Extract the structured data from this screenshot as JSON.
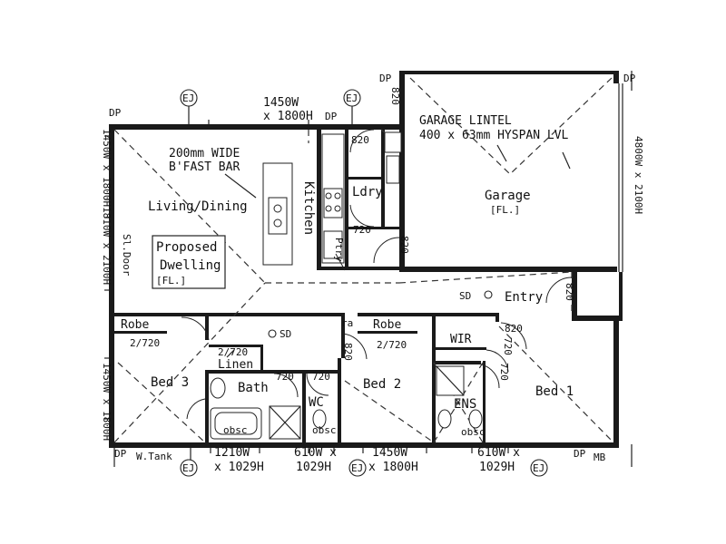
{
  "labels": {
    "ej": "EJ",
    "dp": "DP",
    "mb": "MB",
    "win_top_1": "1450W",
    "win_top_2": "x 1800H",
    "win_left_1": "1450W x 1800H",
    "win_left_2": "1810W x 2100H",
    "win_left_3": "1450W x 1800H",
    "win_right": "4800W x 2100H",
    "sldoor": "Sl.Door",
    "bar_1": "200mm WIDE",
    "bar_2": "B'FAST BAR",
    "garage_lintel_1": "GARAGE LINTEL",
    "garage_lintel_2": "400 x 63mm HYSPAN LVL",
    "living": "Living/Dining",
    "kitchen": "Kitchen",
    "ldry": "Ldry",
    "ptry": "Ptry",
    "garage": "Garage",
    "fl": "[FL.]",
    "proposed_1": "Proposed",
    "proposed_2": "Dwelling",
    "entry": "Entry",
    "sd": "SD",
    "robe": "Robe",
    "ra": "ra",
    "wir": "WIR",
    "d720": "2/720",
    "linen": "Linen",
    "bath": "Bath",
    "wc": "WC",
    "bed3": "Bed 3",
    "bed2": "Bed 2",
    "bed1": "Bed 1",
    "ens": "ENS",
    "obsc": "obsc",
    "d820": "820",
    "d720s": "720",
    "wtank": "W.Tank",
    "win_b1_1": "1210W",
    "win_b1_2": "x 1029H",
    "win_b2_1": "610W x",
    "win_b2_2": "1029H",
    "win_b3_1": "1450W",
    "win_b3_2": "x 1800H",
    "win_b4_1": "610W x",
    "win_b4_2": "1029H"
  }
}
